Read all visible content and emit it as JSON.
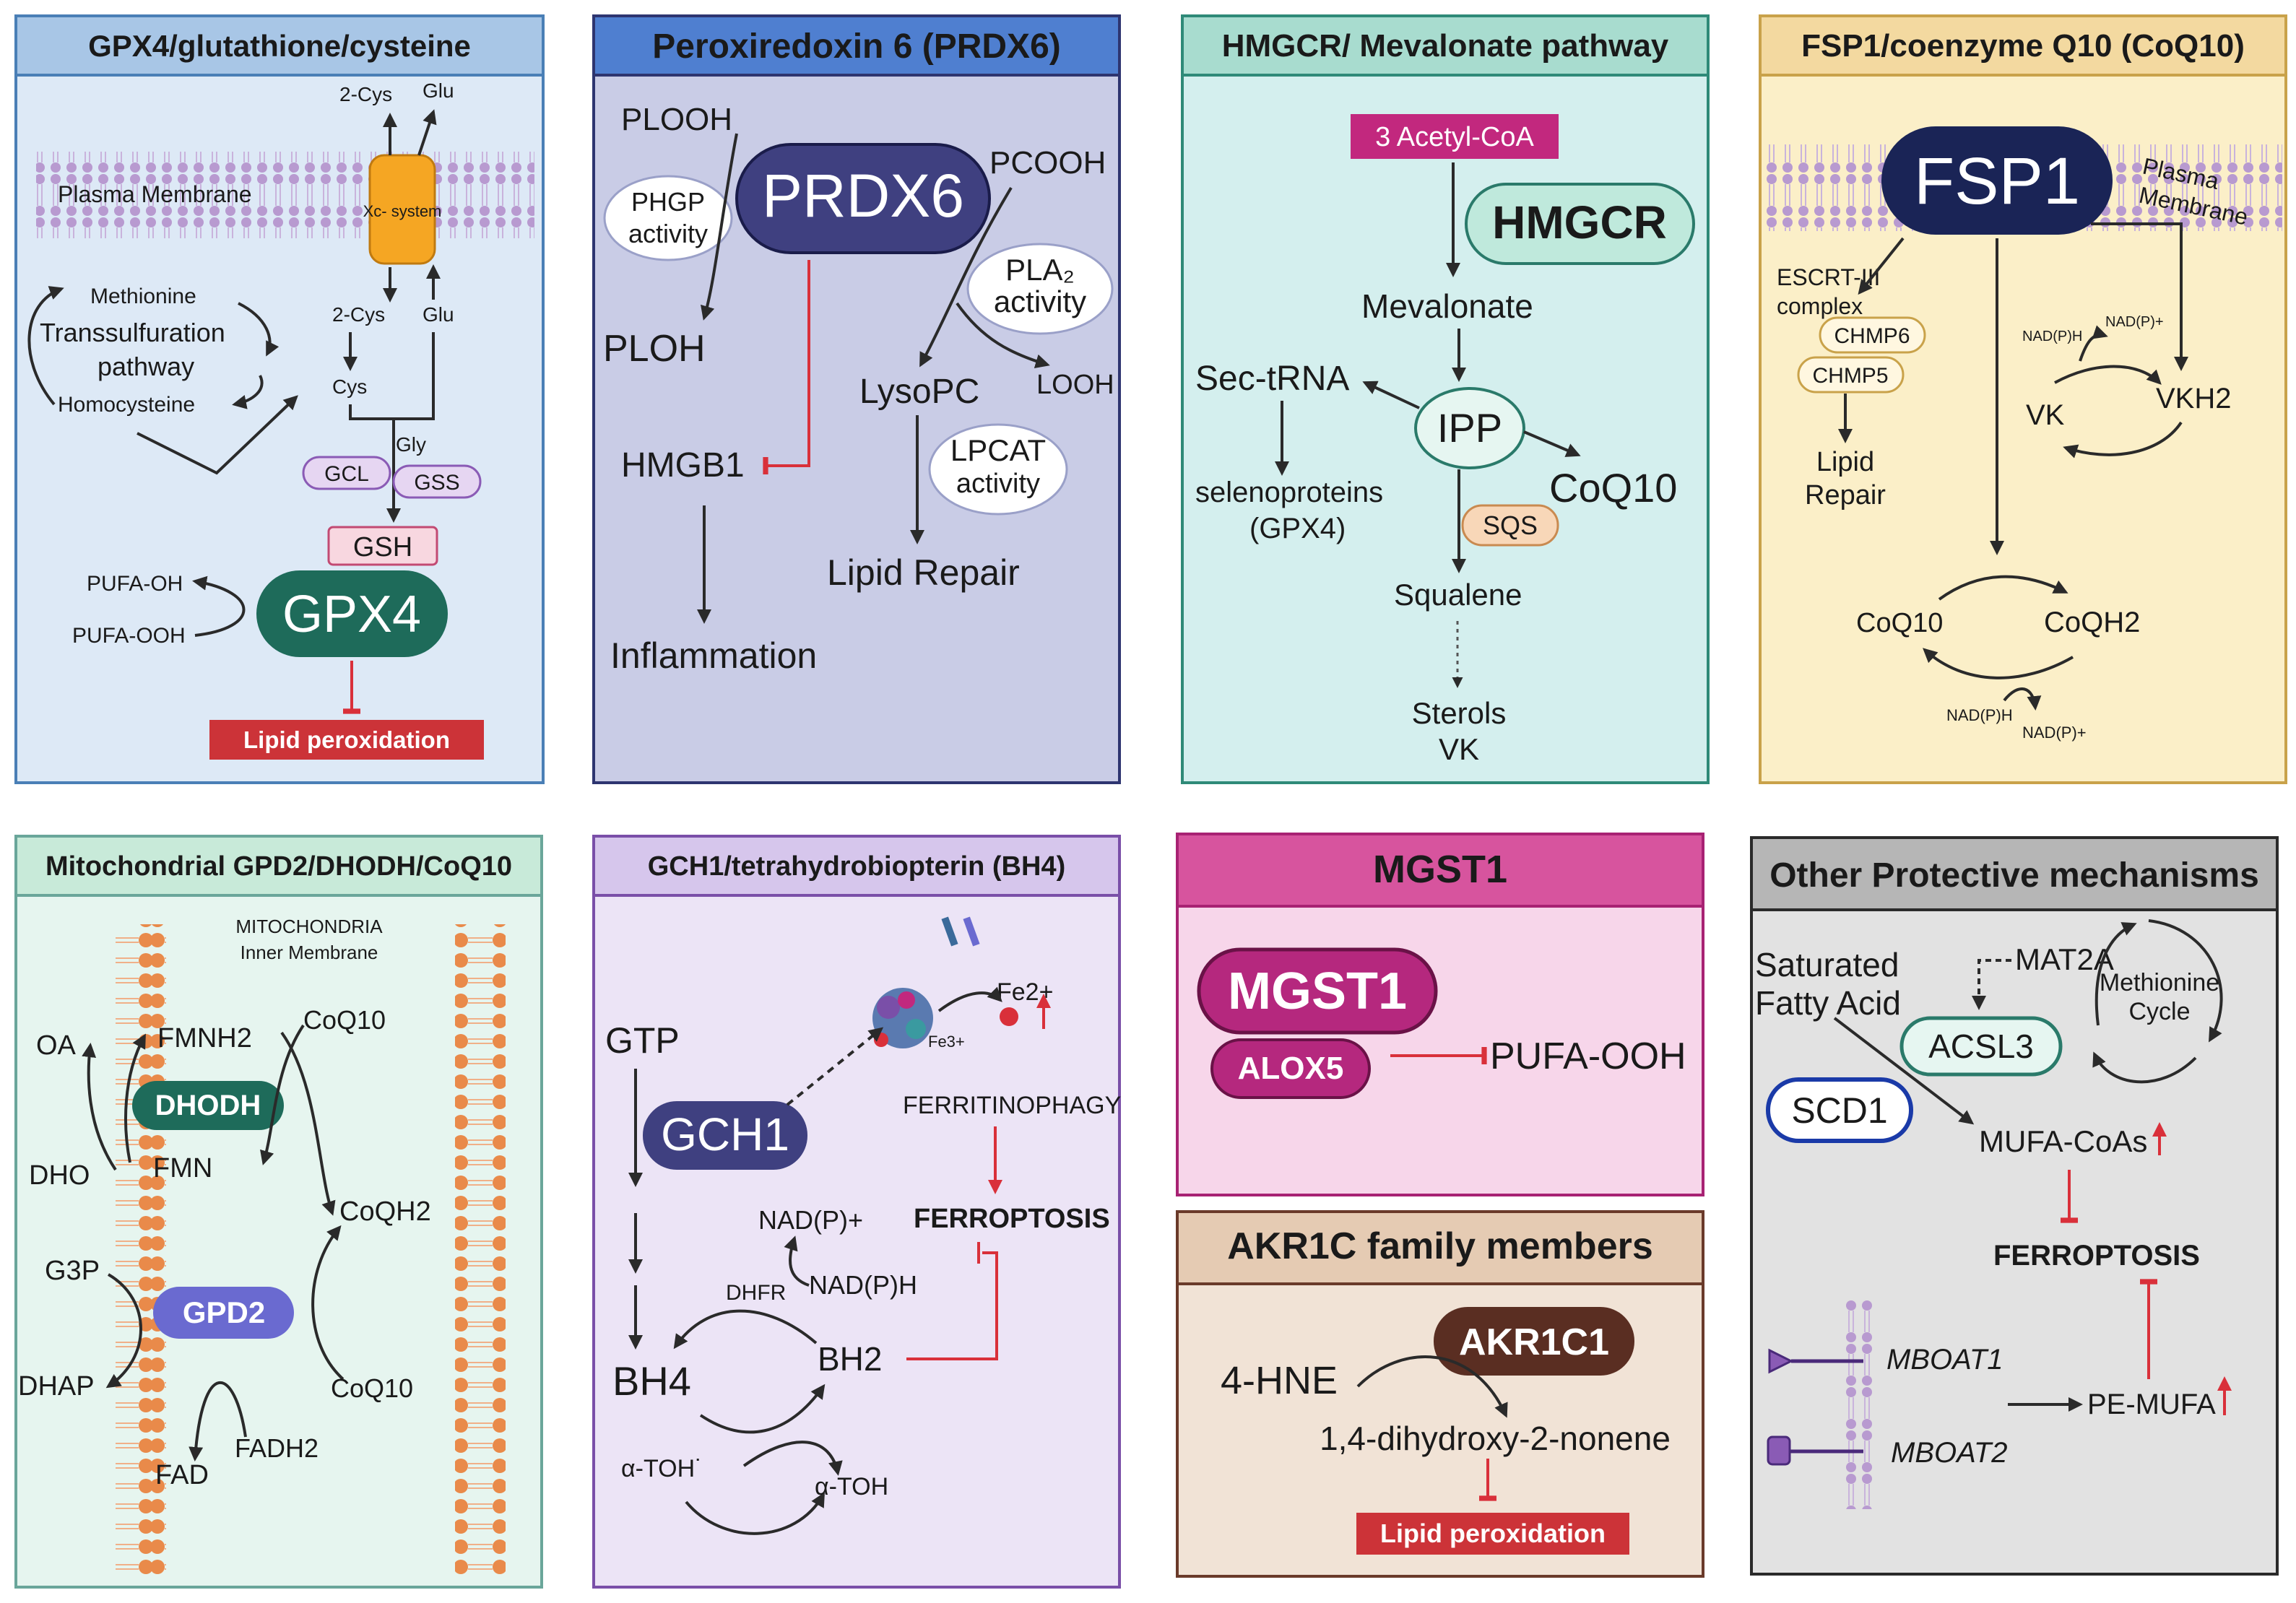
{
  "panels": {
    "gpx4": {
      "title": "GPX4/glutathione/cysteine",
      "plasma_membrane": "Plasma Membrane",
      "two_cys_top": "2-Cys",
      "glu_top": "Glu",
      "xc_system": "Xc- system",
      "two_cys": "2-Cys",
      "glu": "Glu",
      "cys": "Cys",
      "gly": "Gly",
      "methionine": "Methionine",
      "transsulfuration": "Transsulfuration",
      "pathway": "pathway",
      "homocysteine": "Homocysteine",
      "gcl": "GCL",
      "gss": "GSS",
      "gsh": "GSH",
      "gpx4": "GPX4",
      "pufa_oh": "PUFA-OH",
      "pufa_ooh": "PUFA-OOH",
      "lipid_peroxidation": "Lipid peroxidation"
    },
    "prdx6": {
      "title": "Peroxiredoxin 6 (PRDX6)",
      "plooh": "PLOOH",
      "prdx6": "PRDX6",
      "pcooh": "PCOOH",
      "phgp": "PHGP",
      "phgp_activity": "activity",
      "pla2": "PLA₂",
      "pla2_activity": "activity",
      "ploh": "PLOH",
      "lysopc": "LysoPC",
      "looh": "LOOH",
      "hmgb1": "HMGB1",
      "lpcat": "LPCAT",
      "lpcat_activity": "activity",
      "lipid_repair": "Lipid Repair",
      "inflammation": "Inflammation"
    },
    "hmgcr": {
      "title": "HMGCR/ Mevalonate pathway",
      "acetyl_coa": "3 Acetyl-CoA",
      "hmgcr": "HMGCR",
      "mevalonate": "Mevalonate",
      "sec_trna": "Sec-tRNA",
      "ipp": "IPP",
      "coq10": "CoQ10",
      "selenoproteins": "selenoproteins",
      "gpx4": "(GPX4)",
      "sqs": "SQS",
      "squalene": "Squalene",
      "sterols": "Sterols",
      "vk": "VK"
    },
    "fsp1": {
      "title": "FSP1/coenzyme Q10 (CoQ10)",
      "fsp1": "FSP1",
      "plasma": "Plasma",
      "membrane": "Membrane",
      "escrt": "ESCRT-III",
      "complex": "complex",
      "chmp6": "CHMP6",
      "chmp5": "CHMP5",
      "lipid": "Lipid",
      "repair": "Repair",
      "nadph": "NAD(P)H",
      "nadp": "NAD(P)+",
      "vk": "VK",
      "vkh2": "VKH2",
      "coq10": "CoQ10",
      "coqh2": "CoQH2",
      "nadph2": "NAD(P)H",
      "nadp2": "NAD(P)+"
    },
    "mito": {
      "title": "Mitochondrial GPD2/DHODH/CoQ10",
      "mito": "MITOCHONDRIA",
      "inner": "Inner Membrane",
      "oa": "OA",
      "fmnh2": "FMNH2",
      "coq10_top": "CoQ10",
      "dhodh": "DHODH",
      "dho": "DHO",
      "fmn": "FMN",
      "coqh2": "CoQH2",
      "g3p": "G3P",
      "gpd2": "GPD2",
      "dhap": "DHAP",
      "coq10_bottom": "CoQ10",
      "fadh2": "FADH2",
      "fad": "FAD"
    },
    "gch1": {
      "title": "GCH1/tetrahydrobiopterin (BH4)",
      "fe2": "Fe2+",
      "fe3": "Fe3+",
      "gtp": "GTP",
      "ferritinophagy": "FERRITINOPHAGY",
      "gch1": "GCH1",
      "ferroptosis": "FERROPTOSIS",
      "nadp": "NAD(P)+",
      "dhfr": "DHFR",
      "nadph": "NAD(P)H",
      "bh4": "BH4",
      "bh2": "BH2",
      "atoh_rad": "α-TOH˙",
      "atoh": "α-TOH"
    },
    "mgst1": {
      "title": "MGST1",
      "mgst1": "MGST1",
      "alox5": "ALOX5",
      "pufa_ooh": "PUFA-OOH"
    },
    "akr1c": {
      "title": "AKR1C family members",
      "akr1c1": "AKR1C1",
      "hne": "4-HNE",
      "product": "1,4-dihydroxy-2-nonene",
      "lipid_peroxidation": "Lipid peroxidation"
    },
    "other": {
      "title": "Other Protective mechanisms",
      "saturated": "Saturated",
      "fatty_acid": "Fatty Acid",
      "mat2a": "MAT2A",
      "methionine": "Methionine",
      "cycle": "Cycle",
      "acsl3": "ACSL3",
      "scd1": "SCD1",
      "mufa_coas": "MUFA-CoAs",
      "ferroptosis": "FERROPTOSIS",
      "mboat1": "MBOAT1",
      "mboat2": "MBOAT2",
      "pe_mufa": "PE-MUFA"
    }
  },
  "colors": {
    "inhibit": "#d9303a",
    "gpx4_node": "#1e6b5a",
    "prdx6_node": "#3f4080",
    "fsp1_node": "#1a2456",
    "mgst1_node": "#b5287e",
    "akr1c1_node": "#5a2e22"
  }
}
